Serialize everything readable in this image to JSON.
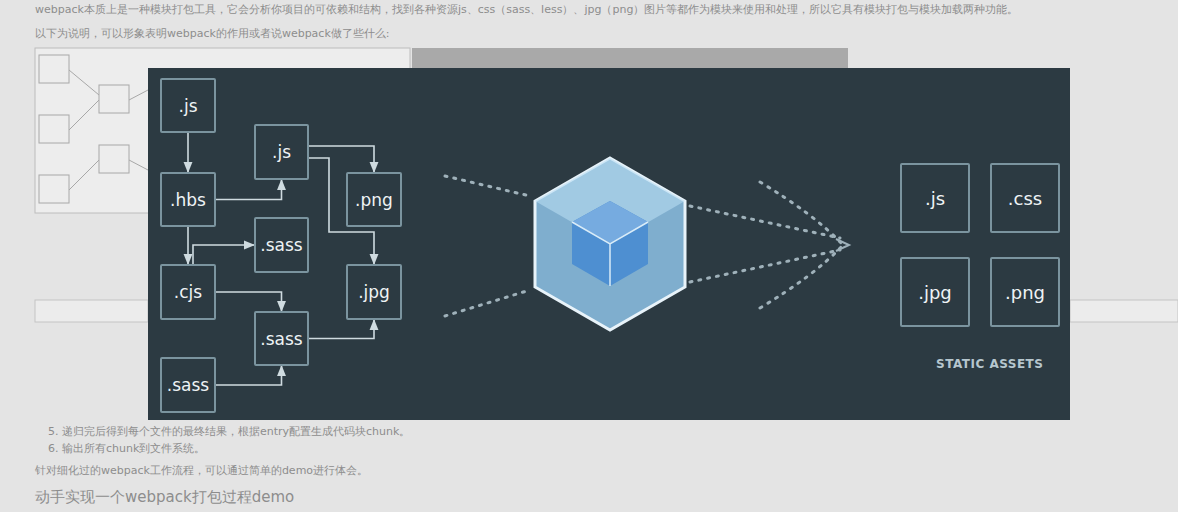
{
  "diagram": {
    "nodes": [
      {
        "text": [
          ".js"
        ]
      },
      {
        "text": [
          ".hbs"
        ]
      },
      {
        "text": [
          ".js"
        ]
      },
      {
        "text": [
          ".png"
        ]
      },
      {
        "text": [
          ".sass"
        ]
      },
      {
        "text": [
          ".cjs"
        ]
      },
      {
        "text": [
          ".jpg"
        ]
      },
      {
        "text": [
          ".sass"
        ]
      },
      {
        "text": [
          ".sass"
        ]
      },
      {
        "text": [
          ".js"
        ]
      },
      {
        "text": [
          ".css"
        ]
      },
      {
        "text": [
          ".jpg"
        ]
      },
      {
        "text": [
          ".png"
        ]
      }
    ],
    "edges": [
      {
        "from": 0,
        "to": 1,
        "arrow": "to"
      },
      {
        "from": 1,
        "to": 2,
        "arrow": "to"
      },
      {
        "from": 1,
        "to": 5,
        "arrow": "to"
      },
      {
        "from": 2,
        "to": 3,
        "arrow": "to"
      },
      {
        "from": 2,
        "to": 6,
        "arrow": "to"
      },
      {
        "from": 5,
        "to": 4,
        "arrow": "to"
      },
      {
        "from": 5,
        "to": 7,
        "arrow": "to"
      },
      {
        "from": 7,
        "to": 6,
        "arrow": "to"
      },
      {
        "from": 8,
        "to": 7,
        "arrow": "to"
      }
    ],
    "labels": [
      "webpack本质上是一种模块打包工具，它会分析你项目的可依赖和结构，找到各种资源js、css（sass、less）、jpg（png）图片等都作为模块来使用和处理，所以它具有模块打包与模块加载两种功能。",
      "以下为说明，可以形象表明webpack的作用或者说webpack做了些什么:",
      "5. 递归完后得到每个文件的最终结果，根据entry配置生成代码块chunk。",
      "6. 输出所有chunk到文件系统。",
      "针对细化过的webpack工作流程，可以通过简单的demo进行体会。",
      "动手实现一个webpack打包过程demo",
      "STATIC ASSETS"
    ]
  }
}
